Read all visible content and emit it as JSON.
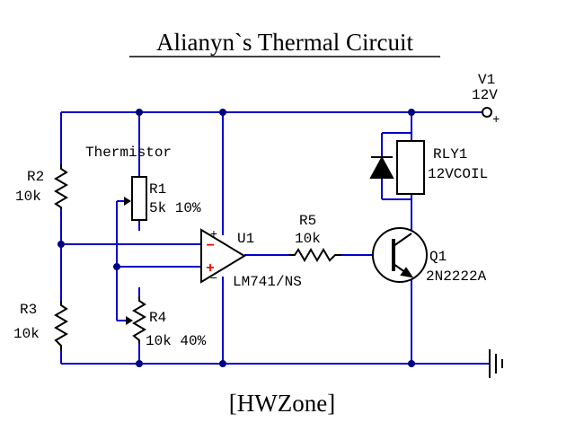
{
  "title": "Alianyn`s Thermal Circuit",
  "footer": "[HWZone]",
  "labels": {
    "v1_name": "V1",
    "v1_value": "12V",
    "thermistor": "Thermistor",
    "r1_name": "R1",
    "r1_value": "5k 10%",
    "r2_name": "R2",
    "r2_value": "10k",
    "r3_name": "R3",
    "r3_value": "10k",
    "r4_name": "R4",
    "r4_value": "10k 40%",
    "r5_name": "R5",
    "r5_value": "10k",
    "u1_name": "U1",
    "u1_part": "LM741/NS",
    "rly1_name": "RLY1",
    "rly1_value": "12VCOIL",
    "q1_name": "Q1",
    "q1_part": "2N2222A",
    "plus_sign": "+",
    "opamp_minus": "−",
    "opamp_plus": "+",
    "opamp_top_plus": "+",
    "opamp_bottom_minus": "−"
  },
  "colors": {
    "wire": "#0000cc",
    "component": "#000000",
    "junction": "#000080",
    "opamp_input_sign": "#ff0000",
    "background": "#ffffff"
  },
  "icons": {
    "ground": "ground-icon",
    "supply": "supply-terminal-icon"
  }
}
